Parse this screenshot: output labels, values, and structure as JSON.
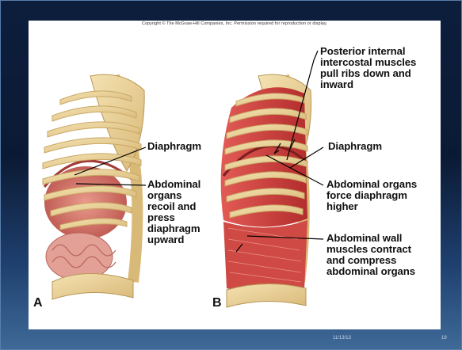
{
  "slide": {
    "copyright": "Copyright © The McGraw-Hill Companies, Inc. Permission required for reproduction or display.",
    "footer_date": "11/13/13",
    "page_number": "19"
  },
  "figure_a": {
    "letter": "A",
    "labels": {
      "diaphragm": "Diaphragm",
      "abdominal": "Abdominal\norgans\nrecoil and\npress\ndiaphragm\nupward"
    }
  },
  "figure_b": {
    "letter": "B",
    "labels": {
      "intercostal": "Posterior internal\nintercostal muscles\npull ribs down and\ninward",
      "diaphragm": "Diaphragm",
      "abdominal_organs": "Abdominal organs\nforce diaphragm\nhigher",
      "abdominal_wall": "Abdominal wall\nmuscles contract\nand compress\nabdominal organs"
    }
  },
  "colors": {
    "bone": "#e9d29a",
    "muscle": "#cf3f3a",
    "organ": "#d9857a",
    "background_dark": "#0d1e3d"
  }
}
